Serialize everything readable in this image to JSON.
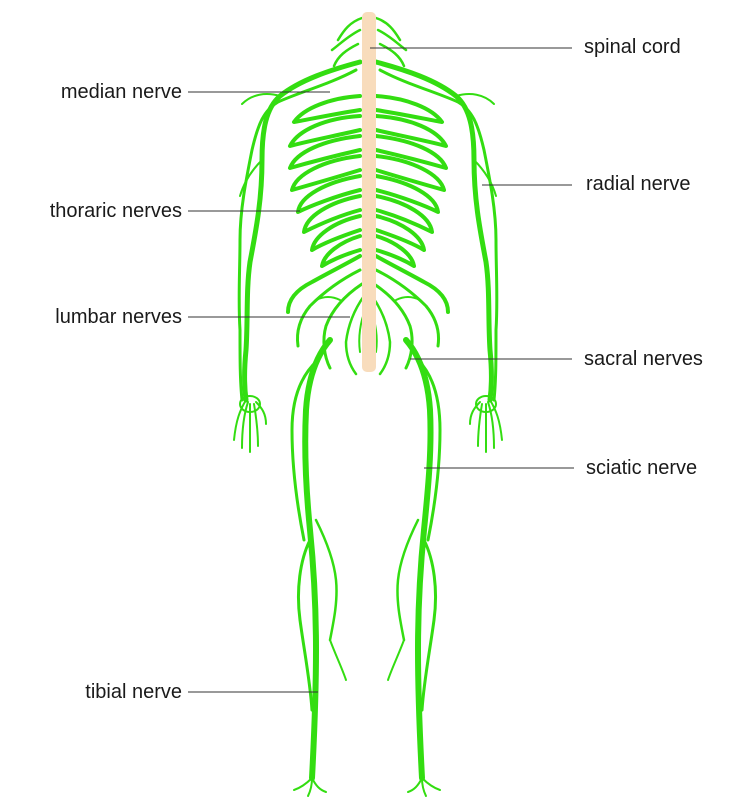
{
  "colors": {
    "nerve": "#33dd11",
    "spinal_cord": "#f8dcbc",
    "leader_line": "#333333",
    "text": "#1a1a1a",
    "background": "#ffffff"
  },
  "labels": {
    "spinal_cord": "spinal cord",
    "median_nerve": "median nerve",
    "radial_nerve": "radial nerve",
    "thoraric_nerves": "thoraric nerves",
    "lumbar_nerves": "lumbar nerves",
    "sacral_nerves": "sacral nerves",
    "sciatic_nerve": "sciatic nerve",
    "tibial_nerve": "tibial nerve"
  }
}
